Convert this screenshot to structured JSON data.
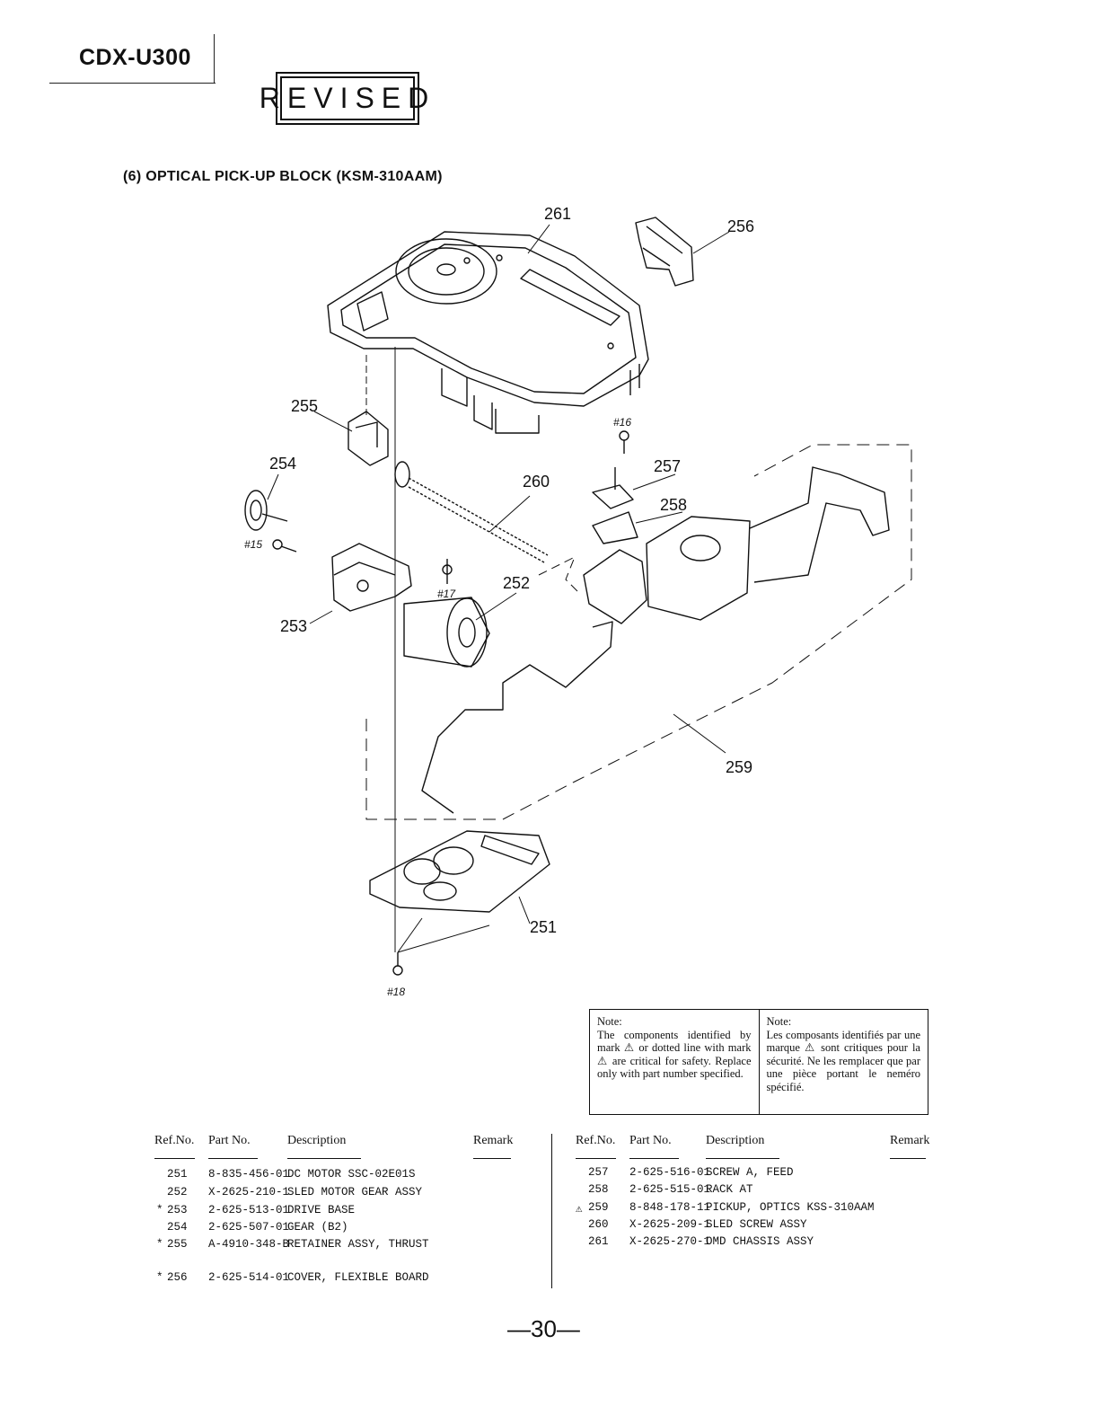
{
  "header": {
    "model": "CDX-U300",
    "revised_stamp": "REVISED"
  },
  "section_title": "(6)  OPTICAL  PICK-UP  BLOCK  (KSM-310AAM)",
  "diagram": {
    "ref_labels": [
      "261",
      "256",
      "255",
      "254",
      "260",
      "257",
      "258",
      "252",
      "253",
      "259",
      "251"
    ],
    "screw_labels": [
      "#16",
      "#15",
      "#17",
      "#18"
    ]
  },
  "note": {
    "en_title": "Note:",
    "en_body": "The components identified by mark ⚠ or dotted line with mark ⚠ are critical for safety. Replace only with part number specified.",
    "fr_title": "Note:",
    "fr_body": "Les composants identifiés par une marque ⚠ sont critiques pour la sécurité. Ne les remplacer que par une pièce portant le neméro spécifié."
  },
  "table_headers": {
    "ref": "Ref.No.",
    "part": "Part No.",
    "desc": "Description",
    "remark": "Remark"
  },
  "parts_left": [
    {
      "mark": "",
      "ref": "251",
      "part": "8-835-456-01",
      "desc": "DC MOTOR SSC-02E01S"
    },
    {
      "mark": "",
      "ref": "252",
      "part": "X-2625-210-1",
      "desc": "SLED MOTOR GEAR ASSY"
    },
    {
      "mark": "*",
      "ref": "253",
      "part": "2-625-513-01",
      "desc": "DRIVE BASE"
    },
    {
      "mark": "",
      "ref": "254",
      "part": "2-625-507-01",
      "desc": "GEAR (B2)"
    },
    {
      "mark": "*",
      "ref": "255",
      "part": "A-4910-348-B",
      "desc": "RETAINER ASSY, THRUST"
    },
    {
      "mark": "*",
      "ref": "256",
      "part": "2-625-514-01",
      "desc": "COVER, FLEXIBLE BOARD"
    }
  ],
  "parts_right": [
    {
      "mark": "",
      "ref": "257",
      "part": "2-625-516-01",
      "desc": "SCREW A, FEED"
    },
    {
      "mark": "",
      "ref": "258",
      "part": "2-625-515-01",
      "desc": "RACK AT"
    },
    {
      "mark": "⚠",
      "ref": "259",
      "part": "8-848-178-11",
      "desc": "PICKUP, OPTICS KSS-310AAM"
    },
    {
      "mark": "",
      "ref": "260",
      "part": "X-2625-209-1",
      "desc": "SLED SCREW ASSY"
    },
    {
      "mark": "",
      "ref": "261",
      "part": "X-2625-270-1",
      "desc": "OMD CHASSIS ASSY"
    }
  ],
  "page_number": "—30—"
}
